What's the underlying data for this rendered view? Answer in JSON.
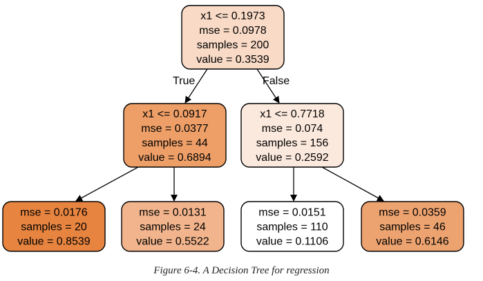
{
  "nodes": [
    {
      "id": "root",
      "color": "#f8dac6",
      "lines": [
        "x1 <= 0.1973",
        "mse = 0.0978",
        "samples = 200",
        "value = 0.3539"
      ]
    },
    {
      "id": "left",
      "color": "#ee9f68",
      "lines": [
        "x1 <= 0.0917",
        "mse = 0.0377",
        "samples = 44",
        "value = 0.6894"
      ]
    },
    {
      "id": "right",
      "color": "#fce9dd",
      "lines": [
        "x1 <= 0.7718",
        "mse = 0.074",
        "samples = 156",
        "value = 0.2592"
      ]
    },
    {
      "id": "leaf-1",
      "color": "#e78440",
      "lines": [
        "mse = 0.0176",
        "samples = 20",
        "value = 0.8539"
      ]
    },
    {
      "id": "leaf-2",
      "color": "#f2b48c",
      "lines": [
        "mse = 0.0131",
        "samples = 24",
        "value = 0.5522"
      ]
    },
    {
      "id": "leaf-3",
      "color": "#ffffff",
      "lines": [
        "mse = 0.0151",
        "samples = 110",
        "value = 0.1106"
      ]
    },
    {
      "id": "leaf-4",
      "color": "#eda370",
      "lines": [
        "mse = 0.0359",
        "samples = 46",
        "value = 0.6146"
      ]
    }
  ],
  "edges": [
    {
      "from": "root",
      "to": "left",
      "label": "True"
    },
    {
      "from": "root",
      "to": "right",
      "label": "False"
    },
    {
      "from": "left",
      "to": "leaf-1",
      "label": ""
    },
    {
      "from": "left",
      "to": "leaf-2",
      "label": ""
    },
    {
      "from": "right",
      "to": "leaf-3",
      "label": ""
    },
    {
      "from": "right",
      "to": "leaf-4",
      "label": ""
    }
  ],
  "caption": "Figure 6-4. A Decision Tree for regression"
}
